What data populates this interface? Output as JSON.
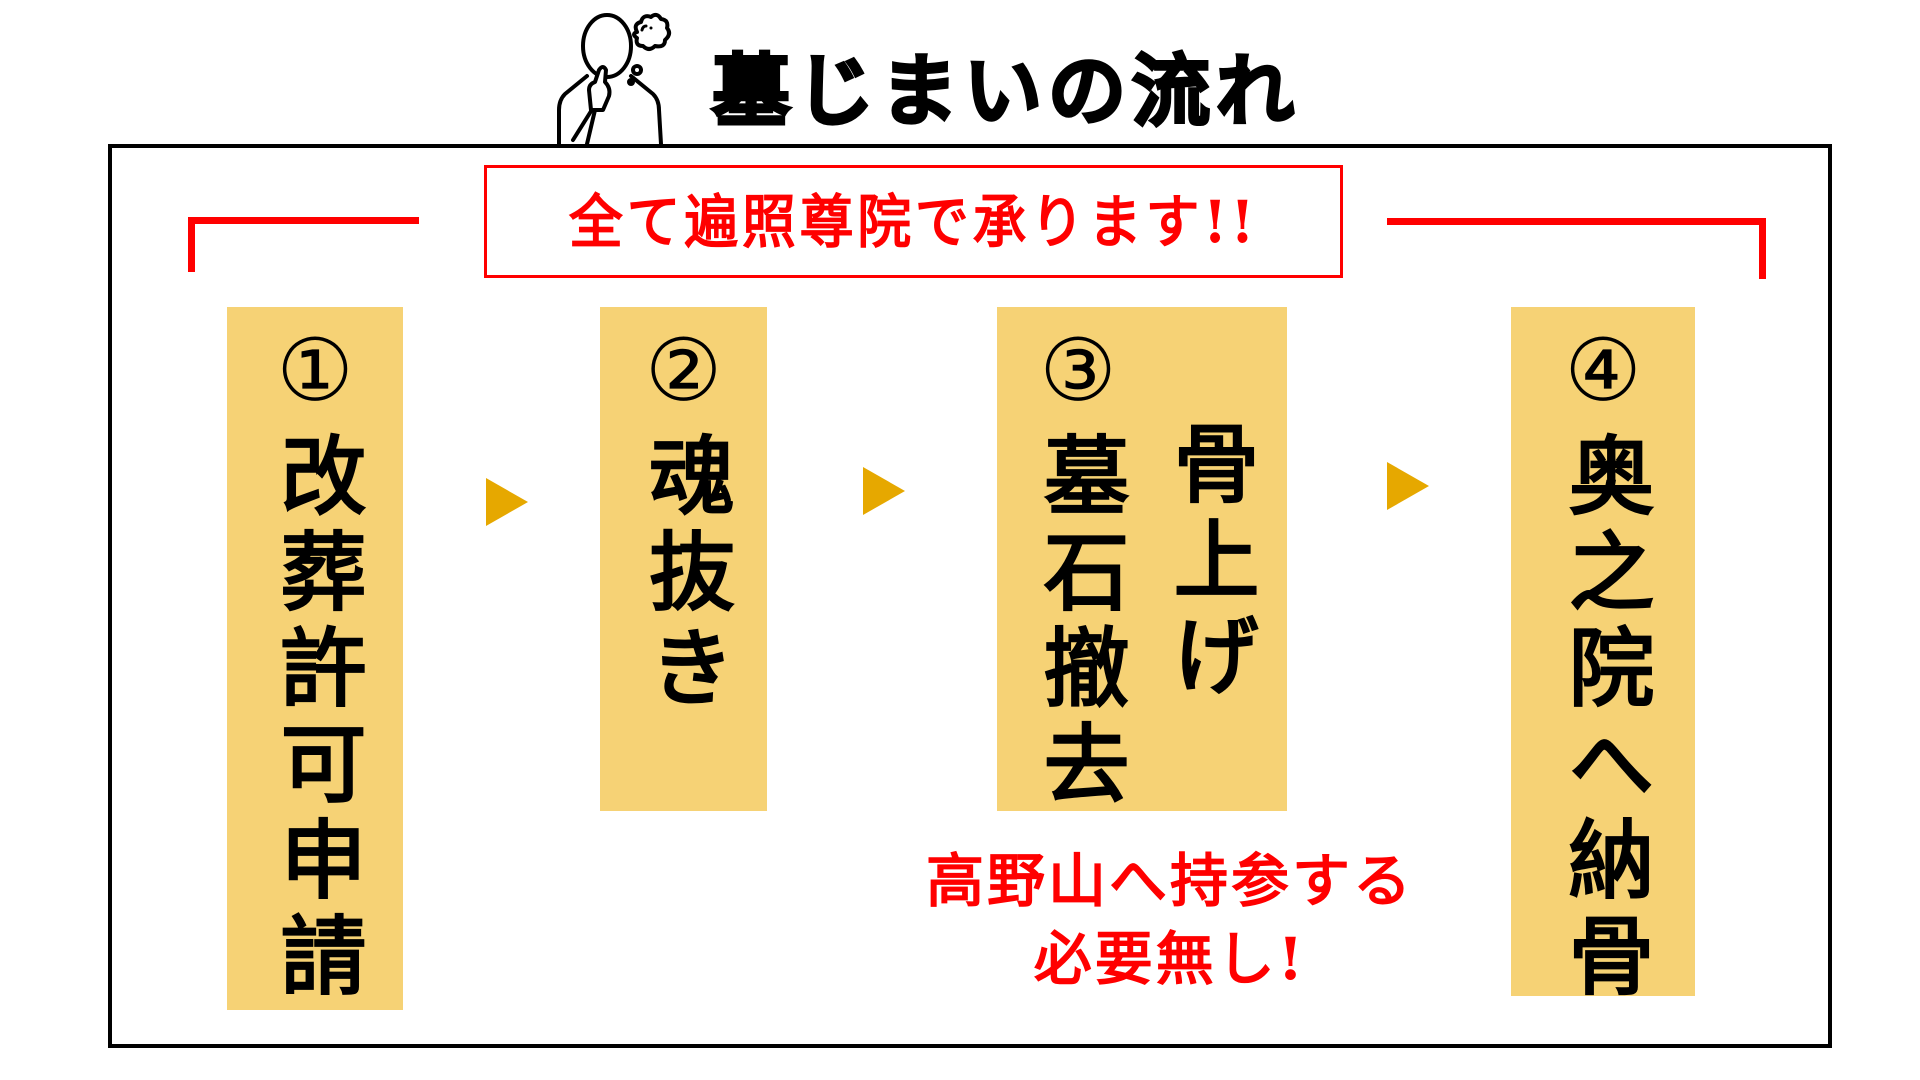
{
  "header": {
    "icon": "thinking-person-icon",
    "title": "墓じまいの流れ"
  },
  "banner": {
    "text": "全て遍照尊院で承ります!!"
  },
  "steps": [
    {
      "number": "①",
      "lines": [
        "改葬許可申請"
      ]
    },
    {
      "number": "②",
      "lines": [
        "魂抜き"
      ]
    },
    {
      "number": "③",
      "lines": [
        "墓石撤去",
        "骨上げ"
      ]
    },
    {
      "number": "④",
      "lines": [
        "奥之院へ納骨"
      ]
    }
  ],
  "arrows": [
    "arrow-right-icon",
    "arrow-right-icon",
    "arrow-right-icon"
  ],
  "note": {
    "line1": "高野山へ持参する",
    "line2": "必要無し!"
  },
  "colors": {
    "red": "#FF0000",
    "yellow": "#F6D275",
    "arrow": "#E6A800",
    "frame": "#000000",
    "text": "#000000"
  }
}
